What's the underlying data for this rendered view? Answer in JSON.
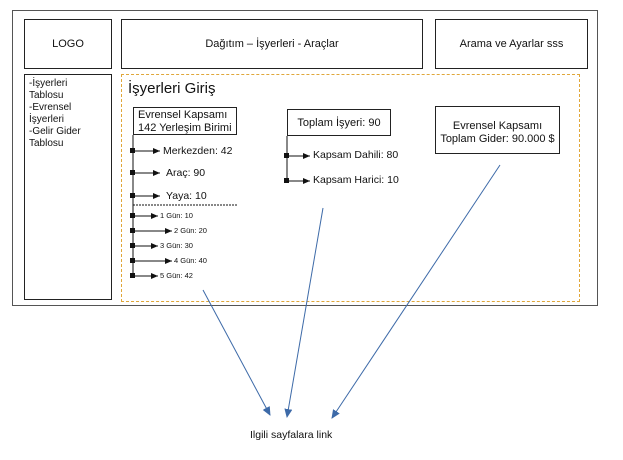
{
  "header": {
    "logo": "LOGO",
    "nav": "Dağıtım – İşyerleri - Araçlar",
    "search": "Arama ve Ayarlar sss"
  },
  "sidebar": {
    "items": [
      "-İşyerleri\nTablosu",
      "-Evrensel\nİşyerleri",
      "-Gelir Gider\nTablosu"
    ]
  },
  "main": {
    "title": "İşyerleri Giriş",
    "box1": {
      "line1": "Evrensel Kapsamı",
      "line2": "142 Yerleşim Birimi"
    },
    "branches1": [
      "Merkezden: 42",
      "Araç: 90",
      "Yaya: 10"
    ],
    "days": [
      "1 Gün: 10",
      "2 Gün: 20",
      "3 Gün: 30",
      "4 Gün: 40",
      "5 Gün: 42"
    ],
    "box2": {
      "label": "Toplam İşyeri: 90"
    },
    "branches2": [
      "Kapsam Dahili: 80",
      "Kapsam Harici: 10"
    ],
    "box3": {
      "line1": "Evrensel Kapsamı",
      "line2": "Toplam Gider: 90.000 $"
    }
  },
  "link_label": "Ilgili sayfalara link",
  "colors": {
    "arrow": "#3d6aa8",
    "dashed_border": "#e0a73a"
  }
}
